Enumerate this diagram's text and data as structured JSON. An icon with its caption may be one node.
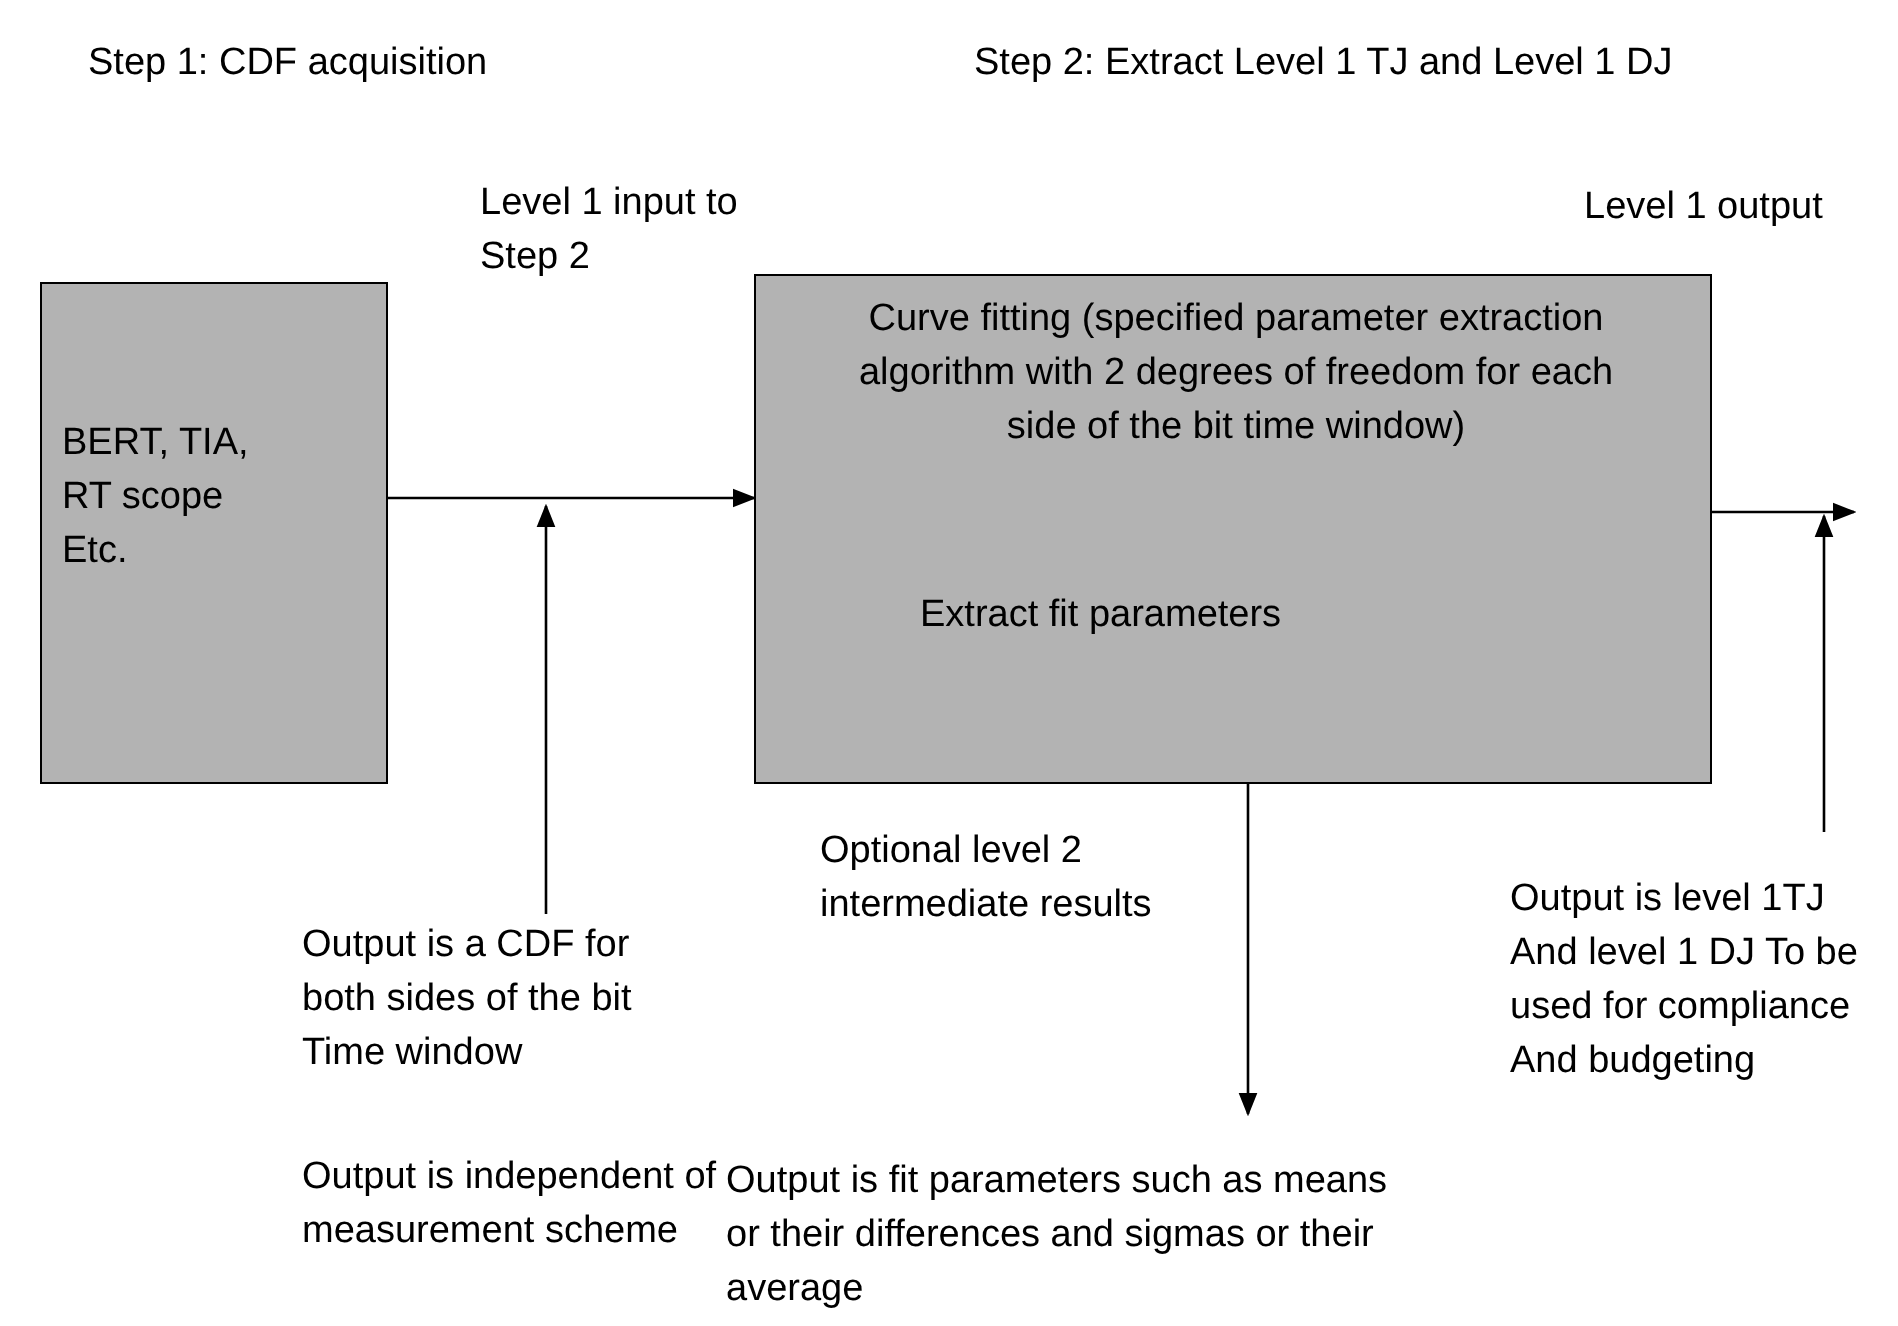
{
  "diagram": {
    "nodes": [
      {
        "text": [
          "BERT, TIA, RT scope Etc."
        ]
      },
      {
        "text": [
          "Curve fitting (specified parameter extraction algorithm with 2 degrees of freedom for each side of the bit time window)",
          "Extract fit parameters"
        ]
      },
      {
        "text": [
          "Output is a CDF for both sides of the bit Time window"
        ]
      },
      {
        "text": [
          "Output is fit parameters such as means or their differences and sigmas or their average"
        ]
      },
      {
        "text": [
          "Output is level 1TJ And level 1 DJ To be used for compliance And budgeting"
        ]
      }
    ],
    "edges": [
      {
        "from": 0,
        "to": 1,
        "arrow": "to"
      },
      {
        "from": 2,
        "to": null,
        "arrow": "to"
      },
      {
        "from": 1,
        "to": 3,
        "arrow": "to",
        "label": "Optional level 2 intermediate results"
      },
      {
        "from": 1,
        "to": null,
        "arrow": "to"
      },
      {
        "from": 4,
        "to": null,
        "arrow": "to"
      }
    ],
    "labels": [
      "Step 1: CDF acquisition",
      "Step 2: Extract Level 1 TJ and Level 1 DJ",
      "Level 1 input to Step 2",
      "Level 1 output",
      "Output is independent of measurement scheme"
    ]
  }
}
